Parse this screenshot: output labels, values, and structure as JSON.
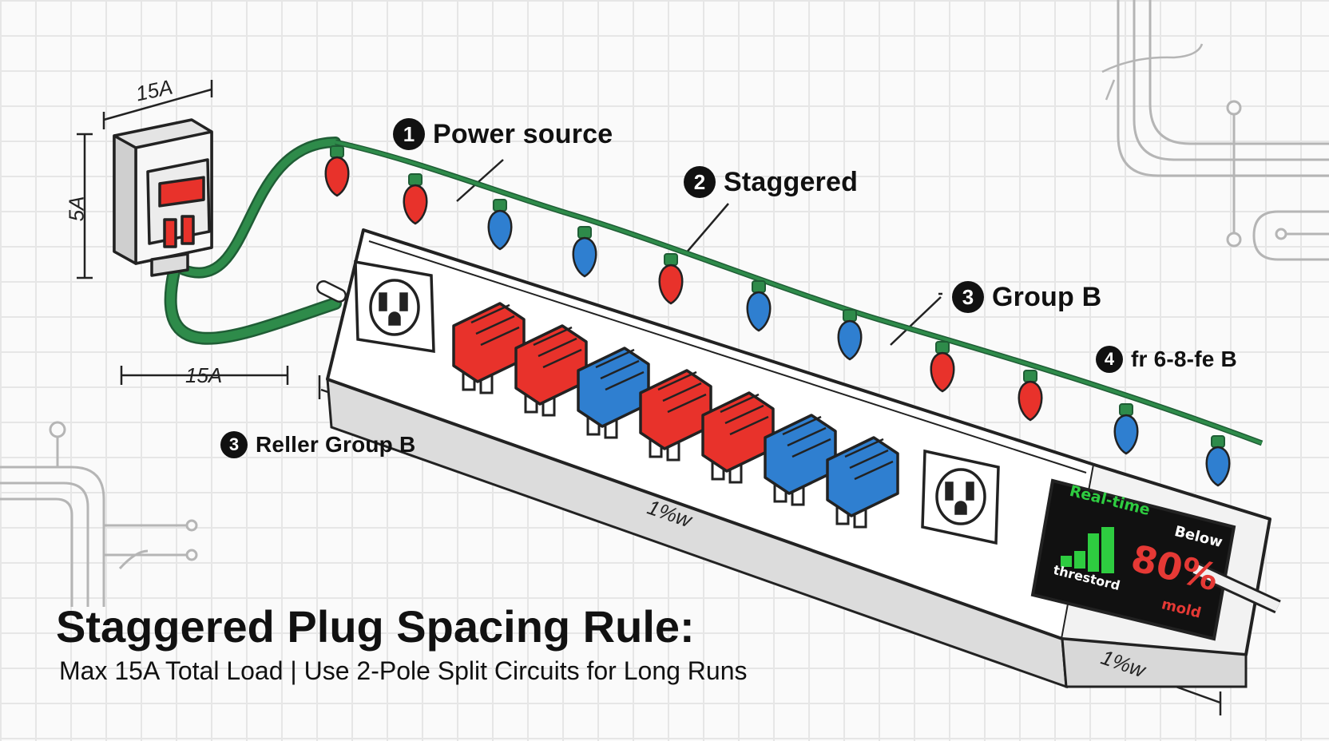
{
  "callouts": [
    {
      "num": "1",
      "label": "Power source"
    },
    {
      "num": "2",
      "label": "Staggered"
    },
    {
      "num": "3",
      "label": "Group B"
    },
    {
      "num": "4",
      "label": "fr 6-8-fe B"
    },
    {
      "num": "3",
      "label": "Reller Group B"
    }
  ],
  "dimensions": {
    "top": "15A",
    "left": "5A",
    "lower": "15A",
    "strip": "1%w",
    "monitor": "1%w"
  },
  "monitor": {
    "realtime": "Real-time",
    "below": "Below",
    "percent": "80%",
    "threshold": "threstord",
    "mold": "mold"
  },
  "title": "Staggered Plug Spacing Rule:",
  "subtitle": "Max 15A Total Load | Use 2-Pole Split Circuits for Long Runs",
  "colors": {
    "red_plug": "#e8322b",
    "blue_plug": "#2f7fd0",
    "cord_green": "#2e8b4a",
    "screen_bg": "#111111",
    "screen_green": "#2ecc40",
    "screen_red": "#e53935"
  },
  "plug_sequence": [
    "red",
    "red",
    "blue",
    "red",
    "red",
    "blue",
    "blue"
  ],
  "bulb_sequence": [
    "red",
    "red",
    "blue",
    "blue",
    "red",
    "blue",
    "blue",
    "red",
    "red",
    "blue",
    "blue"
  ]
}
